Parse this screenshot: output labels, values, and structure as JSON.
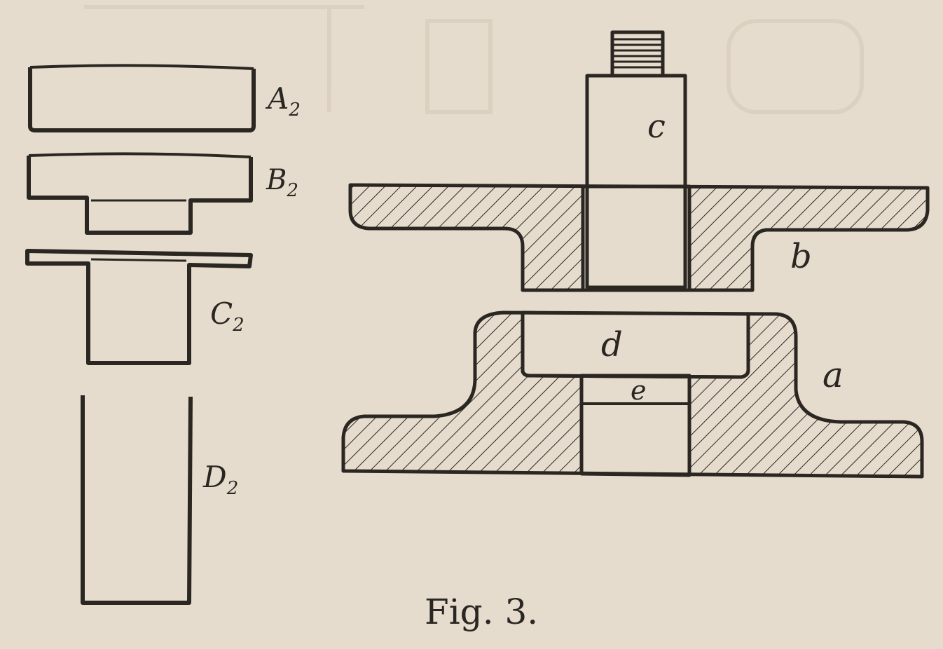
{
  "colors": {
    "paper": "#e6dccd",
    "ink": "#2a2622",
    "ghost": "#d9cfbf"
  },
  "stages": {
    "a2": {
      "letter": "A",
      "index": "2"
    },
    "b2": {
      "letter": "B",
      "index": "2"
    },
    "c2": {
      "letter": "C",
      "index": "2"
    },
    "d2": {
      "letter": "D",
      "index": "2"
    }
  },
  "tool_labels": {
    "punch": "c",
    "upper_die": "b",
    "blank": "d",
    "opening": "e",
    "lower_die": "a"
  },
  "caption": "Fig. 3."
}
